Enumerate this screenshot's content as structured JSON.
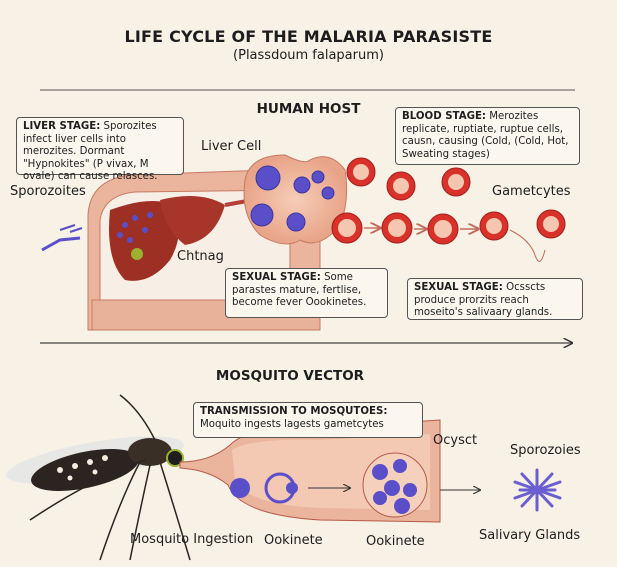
{
  "title": "LIFE CYCLE OF THE MALARIA PARASISTE",
  "subtitle": "(Plassdoum falaparum)",
  "human_host": {
    "heading": "HUMAN HOST",
    "liver_stage": {
      "label": "LIVER STAGE:",
      "text": "Sporozites infect liver cells into merozites. Dormant \"Hypnokites\" (P vivax, M ovale) can cause relasces."
    },
    "blood_stage": {
      "label": "BLOOD STAGE:",
      "text": "Merozites replicate, ruptiate, ruptue cells, causn, causing (Cold, (Cold, Hot, Sweating stages)"
    },
    "sexual_stage_1": {
      "label": "SEXUAL STAGE:",
      "text": "Some parastes mature, fertlise, become fever Oookinetes."
    },
    "sexual_stage_2": {
      "label": "SEXUAL STAGE:",
      "text": "Ocsscts produce prorzits reach moseito's salivaary glands."
    },
    "labels": {
      "liver_cell": "Liver Cell",
      "sporozoites": "Sporozoites",
      "chtnag": "Chtnag",
      "gametocytes": "Gametcytes"
    }
  },
  "mosquito_vector": {
    "heading": "MOSQUITO VECTOR",
    "transmission": {
      "label": "TRANSMISSION TO MOSQUTOES:",
      "text": "Moquito ingests lagests gametcytes"
    },
    "labels": {
      "ocyst": "Ocysct",
      "sporozoites": "Sporozoies",
      "ingestion": "Mosquito Ingestion",
      "ookinete_1": "Ookinete",
      "ookinete_2": "Ookinete",
      "salivary": "Salivary Glands"
    }
  },
  "colors": {
    "background": "#f7f1e6",
    "tissue": "#e9a58a",
    "liver": "#9e2f25",
    "rbc": "#d8322a",
    "parasite": "#5a4fc8"
  }
}
